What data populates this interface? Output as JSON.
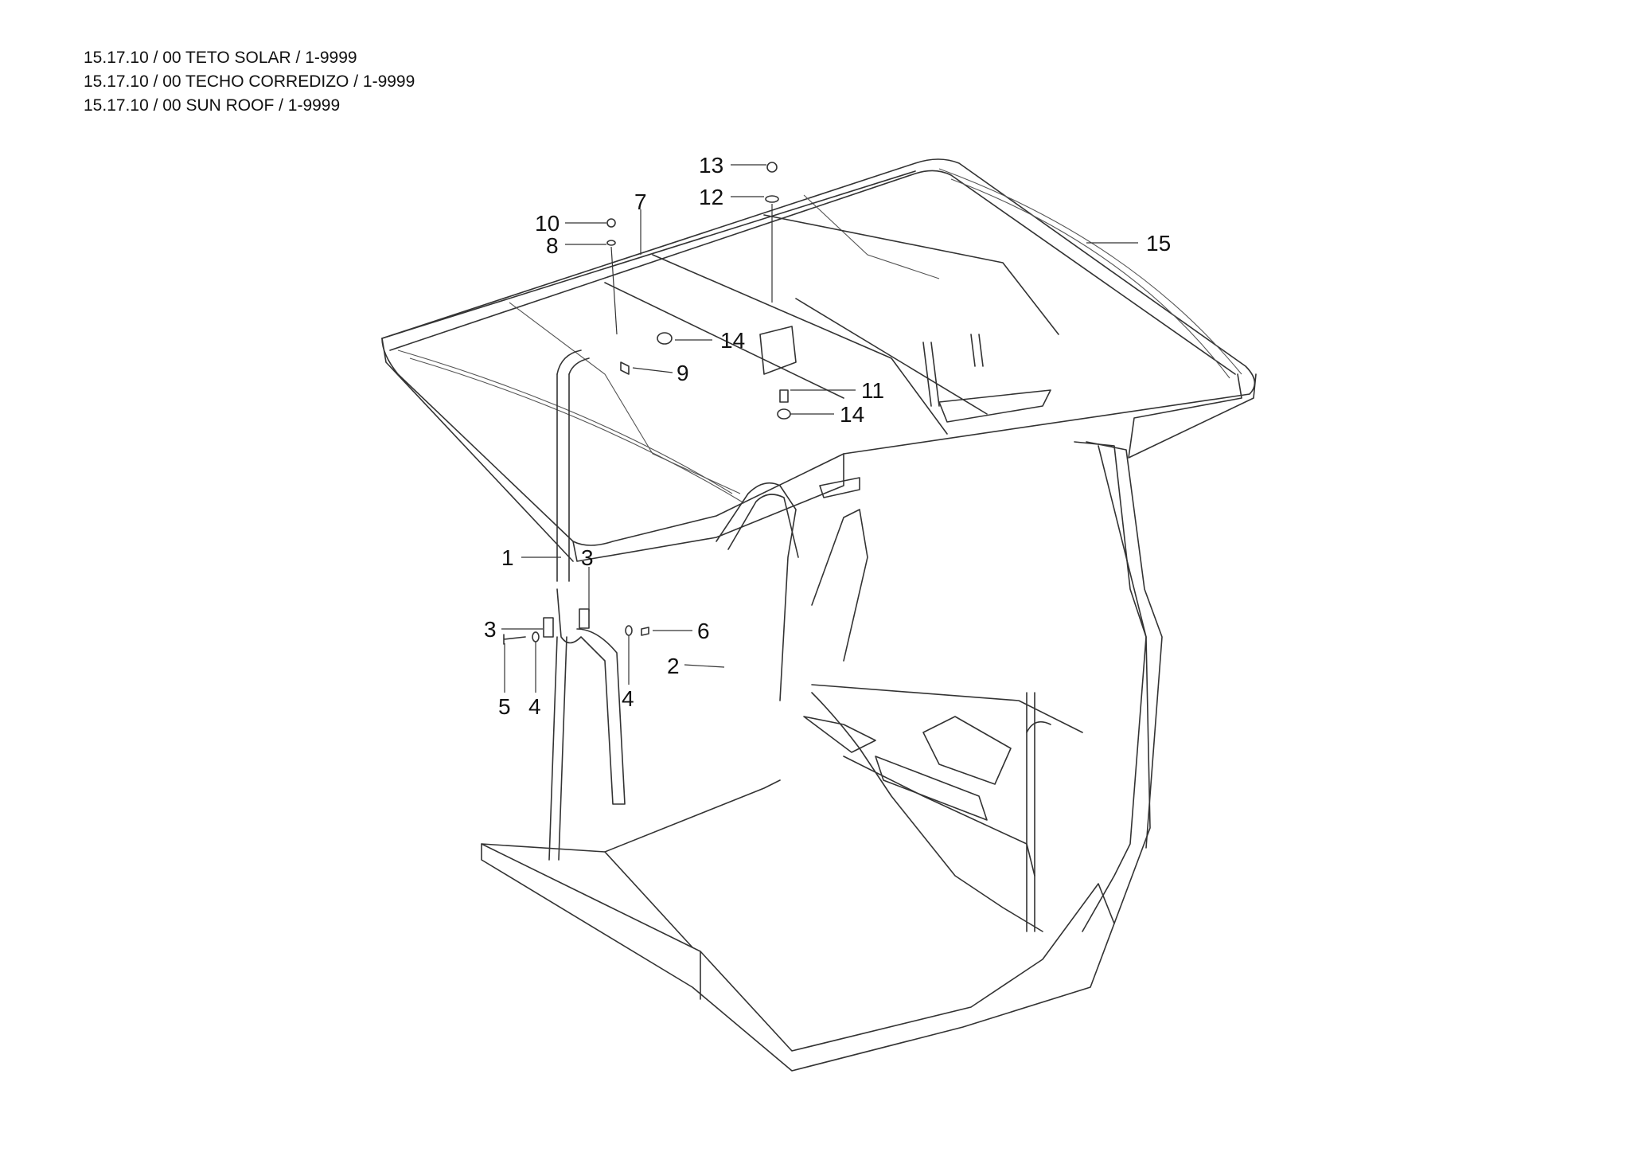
{
  "titles": [
    "15.17.10 / 00 TETO SOLAR / 1-9999",
    "15.17.10 / 00 TECHO CORREDIZO / 1-9999",
    "15.17.10 / 00 SUN ROOF / 1-9999"
  ],
  "callouts": {
    "c1": "1",
    "c2": "2",
    "c3a": "3",
    "c3b": "3",
    "c4a": "4",
    "c4b": "4",
    "c5": "5",
    "c6": "6",
    "c7": "7",
    "c8": "8",
    "c9": "9",
    "c10": "10",
    "c11": "11",
    "c12": "12",
    "c13": "13",
    "c14a": "14",
    "c14b": "14",
    "c15": "15"
  }
}
